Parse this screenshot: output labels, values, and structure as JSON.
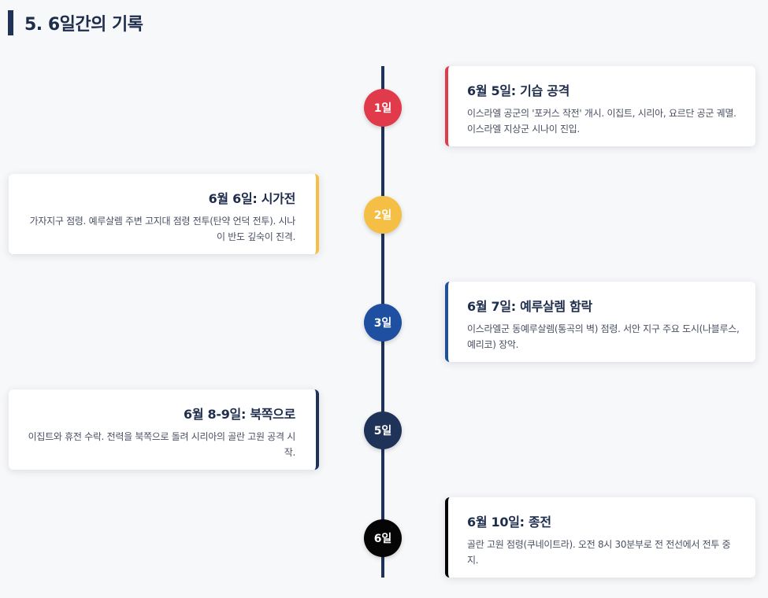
{
  "section": {
    "title": "5. 6일간의 기록"
  },
  "events": [
    {
      "day_label": "1일",
      "title": "6월 5일: 기습 공격",
      "desc": "이스라엘 공군의 '포커스 작전' 개시. 이집트, 시리아, 요르단 공군 궤멸. 이스라엘 지상군 시나이 진입.",
      "color": "#e03a4b",
      "side": "right"
    },
    {
      "day_label": "2일",
      "title": "6월 6일: 시가전",
      "desc": "가자지구 점령. 예루살렘 주변 고지대 점령 전투(탄약 언덕 전투). 시나이 반도 깊숙이 진격.",
      "color": "#f5bf45",
      "side": "left"
    },
    {
      "day_label": "3일",
      "title": "6월 7일: 예루살렘 함락",
      "desc": "이스라엘군 동예루살렘(통곡의 벽) 점령. 서안 지구 주요 도시(나블루스, 예리코) 장악.",
      "color": "#1e4fa0",
      "side": "right"
    },
    {
      "day_label": "5일",
      "title": "6월 8-9일: 북쪽으로",
      "desc": "이집트와 휴전 수락. 전력을 북쪽으로 돌려 시리아의 골란 고원 공격 시작.",
      "color": "#1f3358",
      "side": "left"
    },
    {
      "day_label": "6일",
      "title": "6월 10일: 종전",
      "desc": "골란 고원 점령(쿠네이트라). 오전 8시 30분부로 전 전선에서 전투 중지.",
      "color": "#050505",
      "side": "right"
    }
  ]
}
